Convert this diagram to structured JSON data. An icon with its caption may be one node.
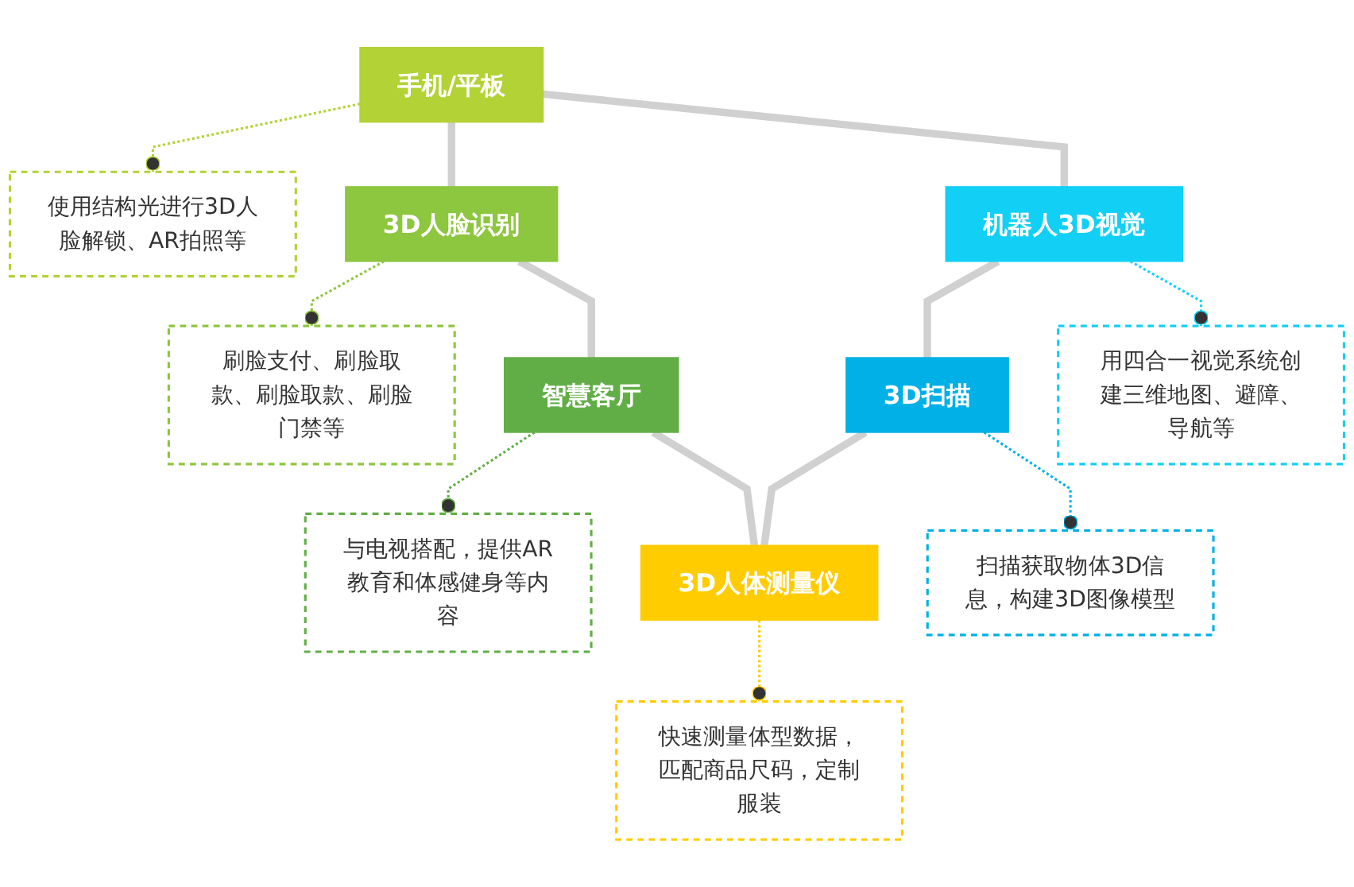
{
  "diagram": {
    "nodes": [
      {
        "text": [
          "使用结构光进行3D人脸解锁、AR拍照等"
        ]
      },
      {
        "text": [
          "刷脸支付、刷脸取款、刷脸取款、刷脸门禁等"
        ]
      },
      {
        "text": [
          "与电视搭配，提供AR教育和体感健身等内容"
        ]
      },
      {
        "text": [
          "手机/平板"
        ]
      },
      {
        "text": [
          "3D人脸识别"
        ]
      },
      {
        "text": [
          "智慧客厅"
        ]
      },
      {
        "text": [
          "机器人3D视觉"
        ]
      },
      {
        "text": [
          "3D扫描"
        ]
      },
      {
        "text": [
          "3D人体测量仪"
        ]
      },
      {
        "text": [
          "用四合一视觉系统创建三维地图、避障、导航等"
        ]
      },
      {
        "text": [
          "扫描获取物体3D信息，构建3D图像模型"
        ]
      },
      {
        "text": [
          "快速测量体型数据，匹配商品尺码，定制服装"
        ]
      }
    ],
    "edges": [
      {
        "from": 3,
        "to": 0,
        "arrow": "other",
        "style": "dashed",
        "color": "#b2d235"
      },
      {
        "from": 4,
        "to": 1,
        "arrow": "other",
        "style": "dashed",
        "color": "#8dc63f"
      },
      {
        "from": 5,
        "to": 2,
        "arrow": "other",
        "style": "dashed",
        "color": "#62ae46"
      },
      {
        "from": 3,
        "to": 4,
        "arrow": "none",
        "style": "thick",
        "color": "#d0d0d0"
      },
      {
        "from": 4,
        "to": 5,
        "arrow": "none",
        "style": "thick",
        "color": "#d0d0d0"
      },
      {
        "from": 3,
        "to": 6,
        "arrow": "none",
        "style": "thick",
        "color": "#d0d0d0"
      },
      {
        "from": 5,
        "to": 8,
        "arrow": "none",
        "style": "thick",
        "color": "#d0d0d0"
      },
      {
        "from": 6,
        "to": 7,
        "arrow": "none",
        "style": "thick",
        "color": "#d0d0d0"
      },
      {
        "from": 7,
        "to": 8,
        "arrow": "none",
        "style": "thick",
        "color": "#d0d0d0"
      },
      {
        "from": 6,
        "to": 9,
        "arrow": "other",
        "style": "dashed",
        "color": "#12d0f5"
      },
      {
        "from": 7,
        "to": 10,
        "arrow": "other",
        "style": "dashed",
        "color": "#00b0e6"
      },
      {
        "from": 8,
        "to": 11,
        "arrow": "other",
        "style": "dashed",
        "color": "#ffcc00"
      }
    ]
  }
}
